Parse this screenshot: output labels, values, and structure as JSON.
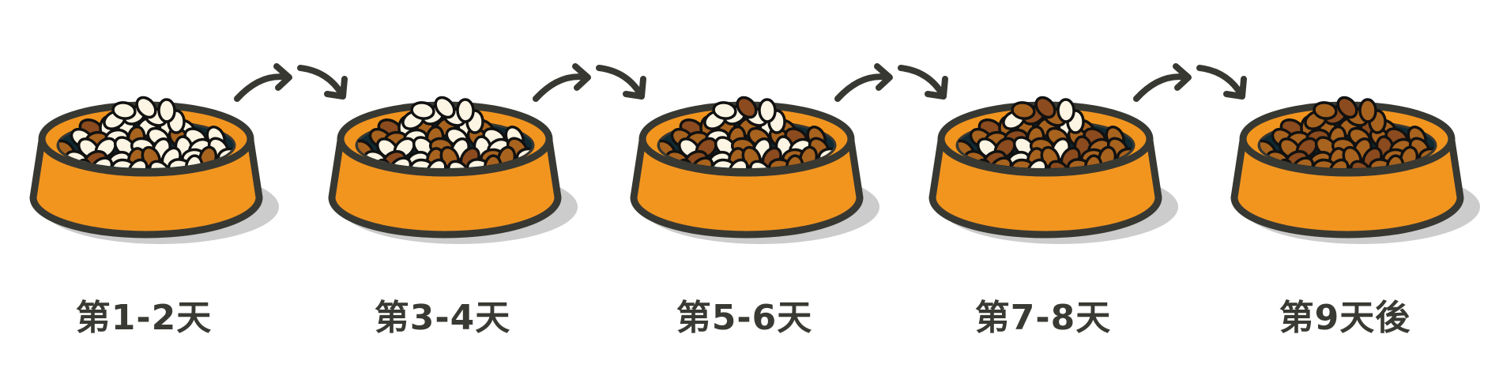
{
  "colors": {
    "bowl": "#f2951f",
    "outline": "#383832",
    "shadow": "#cccccc",
    "bowl_inner": "#0f2a33",
    "old_food": "#fdf5e3",
    "new_food": "#a8631f",
    "new_food_dark": "#8b4b1e",
    "arrow": "#383832",
    "label": "#3a3a34"
  },
  "steps": [
    {
      "label": "第1-2天",
      "new_food_ratio": 0.2
    },
    {
      "label": "第3-4天",
      "new_food_ratio": 0.4
    },
    {
      "label": "第5-6天",
      "new_food_ratio": 0.6
    },
    {
      "label": "第7-8天",
      "new_food_ratio": 0.8
    },
    {
      "label": "第9天後",
      "new_food_ratio": 1.0
    }
  ],
  "arrow_icon": "curved-arrow-icon"
}
